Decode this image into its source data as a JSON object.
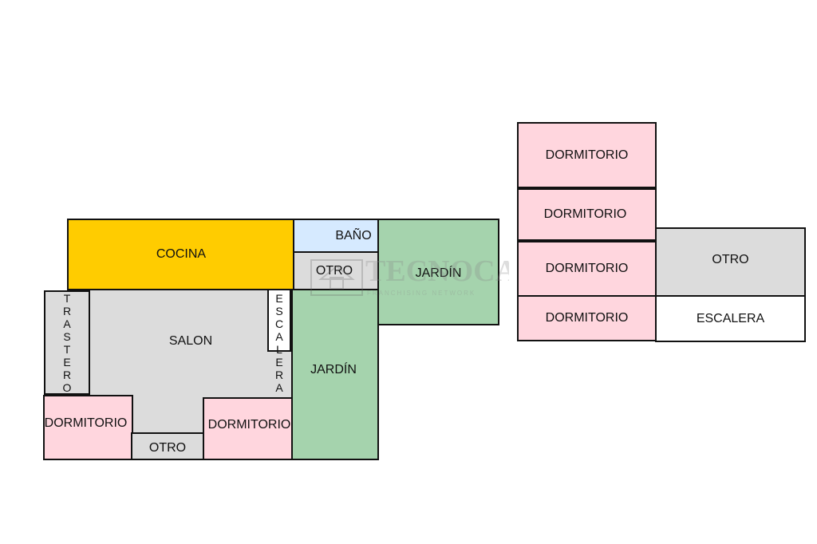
{
  "plans": {
    "ground": {
      "cocina": "COCINA",
      "bano": "BAÑO",
      "otro_top": "OTRO",
      "jardin_top": "JARDÍN",
      "trastero": "TRASTERO",
      "salon": "SALON",
      "escalera": "ESCALERA",
      "jardin_main": "JARDÍN",
      "dormitorio_left": "DORMITORIO",
      "otro_bottom": "OTRO",
      "dormitorio_mid": "DORMITORIO"
    },
    "upper": {
      "dormitorio_1": "DORMITORIO",
      "dormitorio_2": "DORMITORIO",
      "dormitorio_3": "DORMITORIO",
      "dormitorio_4": "DORMITORIO",
      "otro": "OTRO",
      "escalera": "ESCALERA"
    }
  },
  "watermark": {
    "brand": "TECNOCASA",
    "tagline": "FRANCHISING NETWORK"
  },
  "colors": {
    "dormitorio": "#ffd6de",
    "cocina": "#ffcc00",
    "grey_room": "#dcdcdc",
    "bano": "#d6eaff",
    "jardin": "#a5d3ad"
  }
}
